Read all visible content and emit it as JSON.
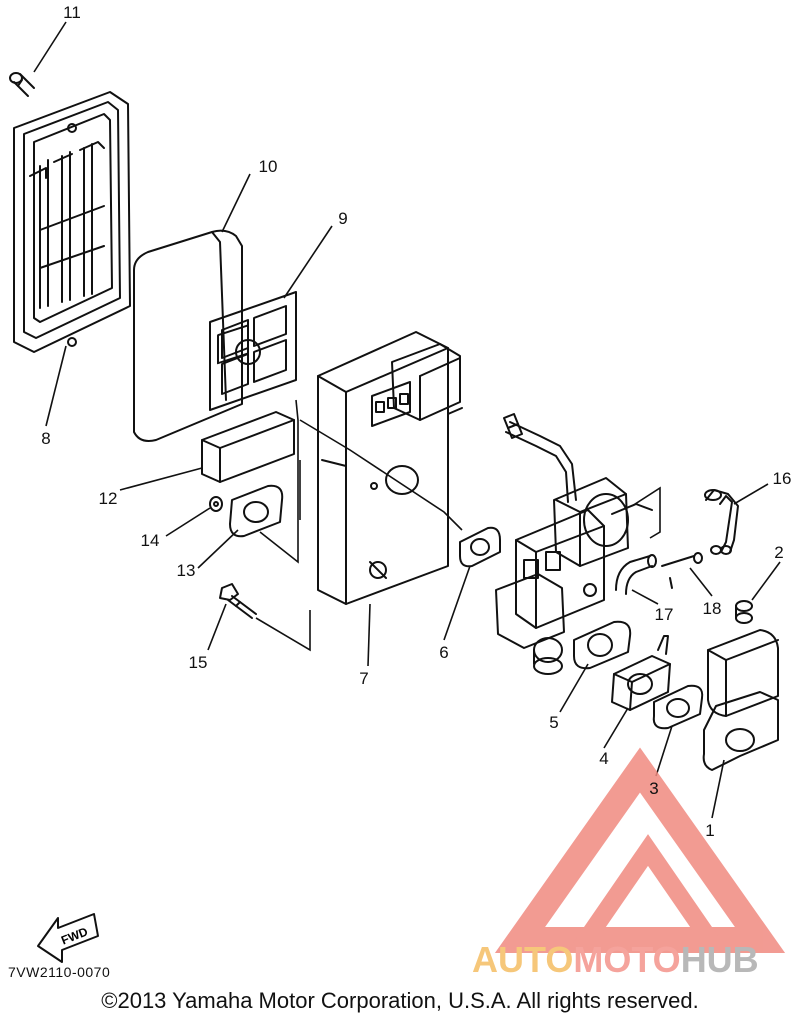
{
  "diagram": {
    "callouts": [
      {
        "id": "1",
        "label": "1"
      },
      {
        "id": "2",
        "label": "2"
      },
      {
        "id": "3",
        "label": "3"
      },
      {
        "id": "4",
        "label": "4"
      },
      {
        "id": "5",
        "label": "5"
      },
      {
        "id": "6",
        "label": "6"
      },
      {
        "id": "7",
        "label": "7"
      },
      {
        "id": "8",
        "label": "8"
      },
      {
        "id": "9",
        "label": "9"
      },
      {
        "id": "10",
        "label": "10"
      },
      {
        "id": "11",
        "label": "11"
      },
      {
        "id": "12",
        "label": "12"
      },
      {
        "id": "13",
        "label": "13"
      },
      {
        "id": "14",
        "label": "14"
      },
      {
        "id": "15",
        "label": "15"
      },
      {
        "id": "16",
        "label": "16"
      },
      {
        "id": "17",
        "label": "17"
      },
      {
        "id": "18",
        "label": "18"
      }
    ],
    "fwd_label": "FWD",
    "drawing_code": "7VW2110-0070",
    "copyright": "©2013 Yamaha Motor Corporation, U.S.A. All rights reserved."
  },
  "watermark": {
    "part1": "AUTO",
    "part2": "MOTO",
    "part3": "HUB",
    "colors": {
      "auto": "#f6c77a",
      "moto": "#f5a39c",
      "hub": "#b8b8b8",
      "logo": "#f08a80"
    }
  }
}
